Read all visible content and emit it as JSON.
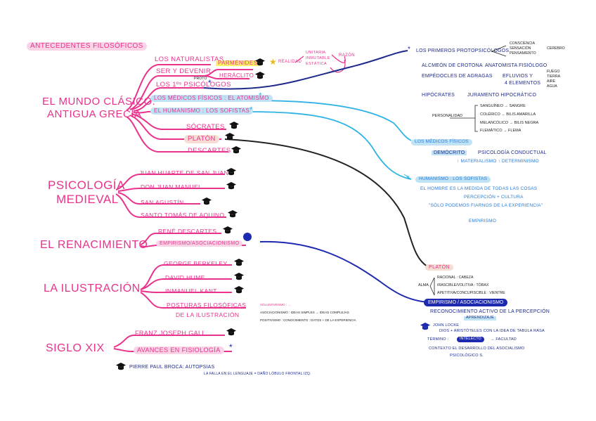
{
  "title": "ANTECEDENTES FILOSÓFICOS",
  "sections": {
    "mundo_clasico_1": "EL MUNDO CLÁSICO:",
    "mundo_clasico_2": "ANTIGUA GRECIA",
    "psicologia_1": "PSICOLOGÍA",
    "psicologia_2": "MEDIEVAL",
    "renacimiento": "EL RENACIMIENTO",
    "ilustracion": "LA ILUSTRACIÓN",
    "siglo_xix": "SIGLO XIX"
  },
  "grecia_items": {
    "naturalistas": "LOS NATURALISTAS",
    "ser_devenir": "SER Y DEVENIR",
    "proto": "PROTO",
    "primeros": "LOS 1ºˢ PSICÓLOGOS",
    "medicos": "LOS MÉDICOS FÍSICOS : EL ATOMISMO",
    "humanismo": "EL HUMANISMO : LOS SOFISTAS",
    "socrates": "SÓCRATES",
    "platon": "PLATÓN",
    "descartes": "DESCARTES"
  },
  "parmenides": "PARMÉNIDES",
  "heraclito": "HERÁCLITO",
  "realidad": "REALIDAD",
  "unitaria": [
    "UNITARIA",
    "INMUTABLE",
    "ESTÁTICA"
  ],
  "razon": "RAZÓN",
  "medieval_items": [
    "JUAN HUARTE DE SAN JUAN",
    "DON JUAN MANUEL",
    "SAN AGUSTÍN",
    "SANTO TOMÁS DE AQUINO"
  ],
  "renacimiento_items": [
    "RENÉ DESCARTES",
    "EMPIRISMO/ASOCIACIONISMO"
  ],
  "ilustracion_items": [
    "GEORGE BERKELEY",
    "DAVID HUME",
    "INMANUEL KANT",
    "POSTURAS FILOSÓFICAS",
    "DE LA ILUSTRACIÓN"
  ],
  "posturas_notes": [
    "VOLUNTARISMO : ...",
    "ASOCIACIONISMO : IDEAS SIMPLES → IDEAS COMPLEJAS",
    "POSITIVISMO : CONOCIMIENTO : DATOS + DE LA EXPERIENCIA"
  ],
  "siglo_items": [
    "FRANZ JOSEPH GALL",
    "AVANCES EN FISIOLOGÍA"
  ],
  "broca_1": "PIERRE PAUL BROCA: AUTOPSIAS",
  "broca_2": "LA FALLA EN EL LENGUAJE = DAÑO LÓBULO FRONTAL IZQ.",
  "right": {
    "primeros": "LOS PRIMEROS PROTOPSICÓLOGOS",
    "conciencia": [
      "CONSCIENCIA",
      "SENSACIÓN",
      "PENSAMIENTO"
    ],
    "cerebro": "CEREBRO",
    "alcmeon": "ALCMEÓN DE CROTONA",
    "anatomista": "ANATOMISTA FISIÓLOGO",
    "empedocles_1": "EMPÉDOCLES DE AGRAGAS",
    "empedocles_2": "EFLUVIOS Y",
    "empedocles_3": "4 ELEMENTOS",
    "elementos": [
      "FUEGO",
      "TIERRA",
      "AIRE",
      "AGUA"
    ],
    "hipocrates": "HIPÓCRATES",
    "juramento": "JURAMENTO HIPOCRÁTICO",
    "personalidad": "PERSONALIDAD",
    "humores": [
      "SANGUÍNEO → SANGRE",
      "COLÉRICO → BILIS AMARILLA",
      "MELANCÓLICO → BILIS NEGRA",
      "FLEMÁTICO → FLEMA"
    ],
    "medicos": "LOS MÉDICOS FÍSICOS",
    "democrito": "DEMÓCRITO",
    "psicologia_conductual": "PSICOLOGÍA CONDUCTUAL",
    "materialismo": "↑ MATERIALISMO ↑ DETERMINISMO",
    "humanismo": "HUMANISMO : LOS SOFISTAS",
    "hombre_medida": "EL HOMBRE ES LA MEDIDA DE TODAS LAS COSAS",
    "percepcion": "PERCEPCIÓN + CULTURA",
    "solo_podemos": "\"SÓLO PODEMOS FIARNOS DE LA EXPERIENCIA\"",
    "empirismo": "EMPIRISMO",
    "platon": "PLATÓN",
    "alma": "ALMA",
    "alma_items": [
      "RACIONAL : CABEZA",
      "IRASCIBLE/VOLITIVA : TÓRAX",
      "APETITIVA/CONCUPISCIBLE : VIENTRE"
    ],
    "empirismo_box": "EMPIRISMO / ASOCIACIONISMO",
    "reconocimiento": "RECONOCIMIENTO ACTIVO DE LA PERCEPCIÓN",
    "aprendizaje": "APRENDIZAJE",
    "john_locke": "JOHN LOCKE",
    "dios": "DIOS + ARISTÓTELES CON LA IDEA DE TABULA RASA",
    "termino": "TÉRMINO :",
    "intelecto": "INTELECTO",
    "facultad": "→ FACULTAD",
    "contexto_1": "CONTEXTO EL DESARROLLO DEL ASOCIALISMO",
    "contexto_2": "PSICOLÓGICO S."
  },
  "colors": {
    "pink": "#e8328c",
    "navy": "#1d2a8c",
    "lightblue": "#2fb3e6",
    "highlight_pink": "#fbd3e6"
  }
}
